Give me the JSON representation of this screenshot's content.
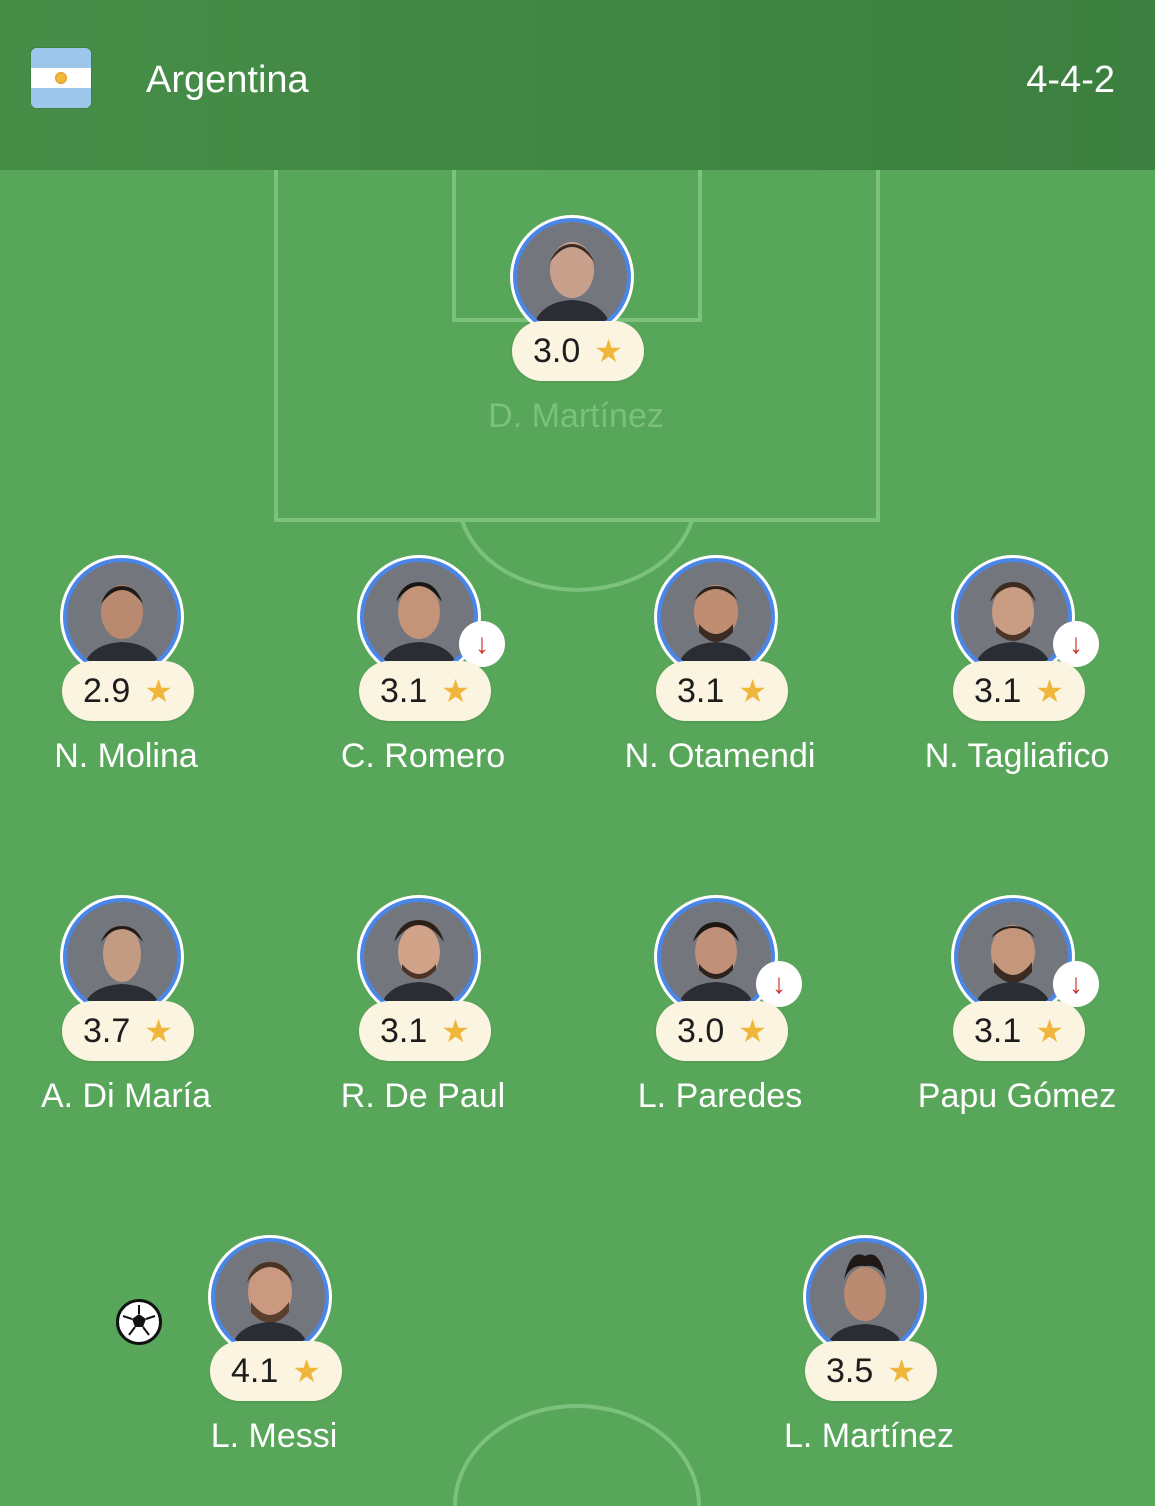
{
  "header": {
    "team": "Argentina",
    "formation": "4-4-2",
    "flag_icon": "argentina-flag-icon"
  },
  "colors": {
    "pitch": "#58a65a",
    "header": "#3c7f40",
    "avatar_ring": "#4a86e8",
    "rating_bg": "#fbf4e1",
    "star": "#f0b63b",
    "sub_arrow": "#d0302d"
  },
  "players": [
    {
      "name": "D. Martínez",
      "rating": "3.0",
      "subbed_off": false,
      "scored": false,
      "dim": true
    },
    {
      "name": "N. Molina",
      "rating": "2.9",
      "subbed_off": false,
      "scored": false
    },
    {
      "name": "C. Romero",
      "rating": "3.1",
      "subbed_off": true,
      "scored": false
    },
    {
      "name": "N. Otamendi",
      "rating": "3.1",
      "subbed_off": false,
      "scored": false
    },
    {
      "name": "N. Tagliafico",
      "rating": "3.1",
      "subbed_off": true,
      "scored": false
    },
    {
      "name": "A. Di María",
      "rating": "3.7",
      "subbed_off": false,
      "scored": false
    },
    {
      "name": "R. De Paul",
      "rating": "3.1",
      "subbed_off": false,
      "scored": false
    },
    {
      "name": "L. Paredes",
      "rating": "3.0",
      "subbed_off": true,
      "scored": false
    },
    {
      "name": "Papu Gómez",
      "rating": "3.1",
      "subbed_off": true,
      "scored": false
    },
    {
      "name": "L. Messi",
      "rating": "4.1",
      "subbed_off": false,
      "scored": true
    },
    {
      "name": "L. Martínez",
      "rating": "3.5",
      "subbed_off": false,
      "scored": false
    }
  ],
  "icons": {
    "star": "★",
    "sub_off": "↓"
  }
}
